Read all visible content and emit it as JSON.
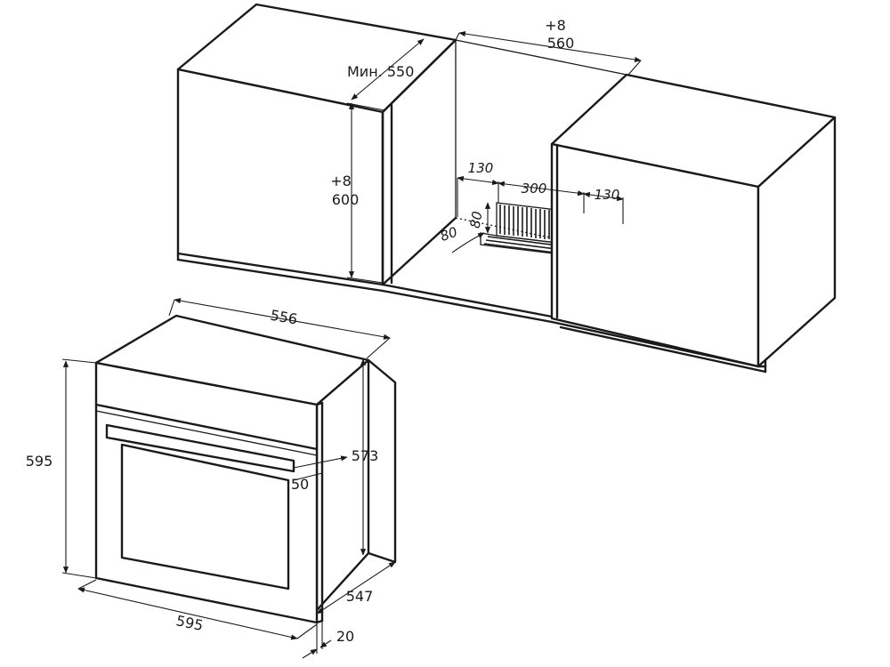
{
  "cabinet_dimensions": {
    "top_tolerance": "+8",
    "niche_width": "560",
    "min_depth": "Мин. 550",
    "height_tolerance": "+8",
    "niche_height": "600",
    "vent_left": "130",
    "vent_width": "300",
    "vent_right": "130",
    "vent_height": "80",
    "vent_depth": "80"
  },
  "oven_dimensions": {
    "top_depth": "556",
    "total_height": "595",
    "body_height": "573",
    "handle_offset": "50",
    "total_width": "595",
    "body_depth": "547",
    "panel_thickness": "20"
  }
}
